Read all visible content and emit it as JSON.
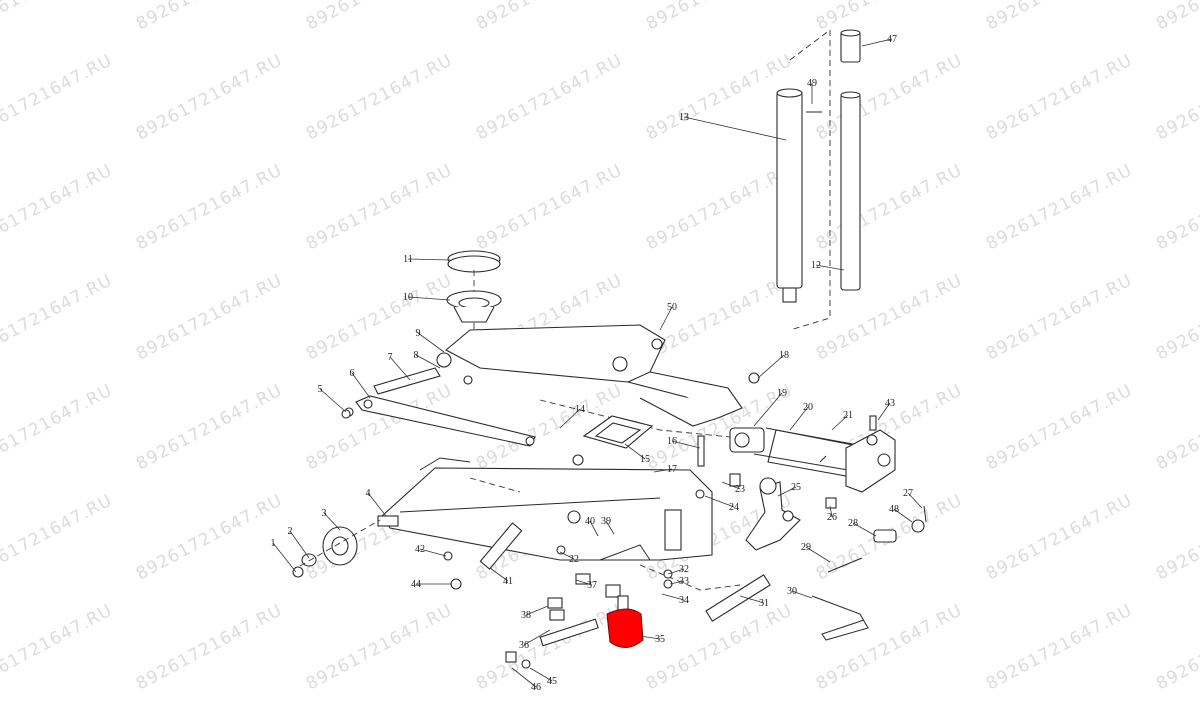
{
  "watermark": "89261721647.RU",
  "highlight_color": "#ff0000",
  "callouts": [
    "1",
    "2",
    "3",
    "4",
    "5",
    "6",
    "7",
    "8",
    "9",
    "10",
    "11",
    "12",
    "13",
    "14",
    "15",
    "16",
    "17",
    "18",
    "19",
    "20",
    "21",
    "22",
    "23",
    "24",
    "25",
    "26",
    "27",
    "28",
    "29",
    "30",
    "31",
    "32",
    "33",
    "34",
    "35",
    "36",
    "37",
    "38",
    "39",
    "40",
    "41",
    "42",
    "43",
    "44",
    "45",
    "46",
    "47",
    "48",
    "49",
    "50"
  ],
  "highlighted_part": "35"
}
